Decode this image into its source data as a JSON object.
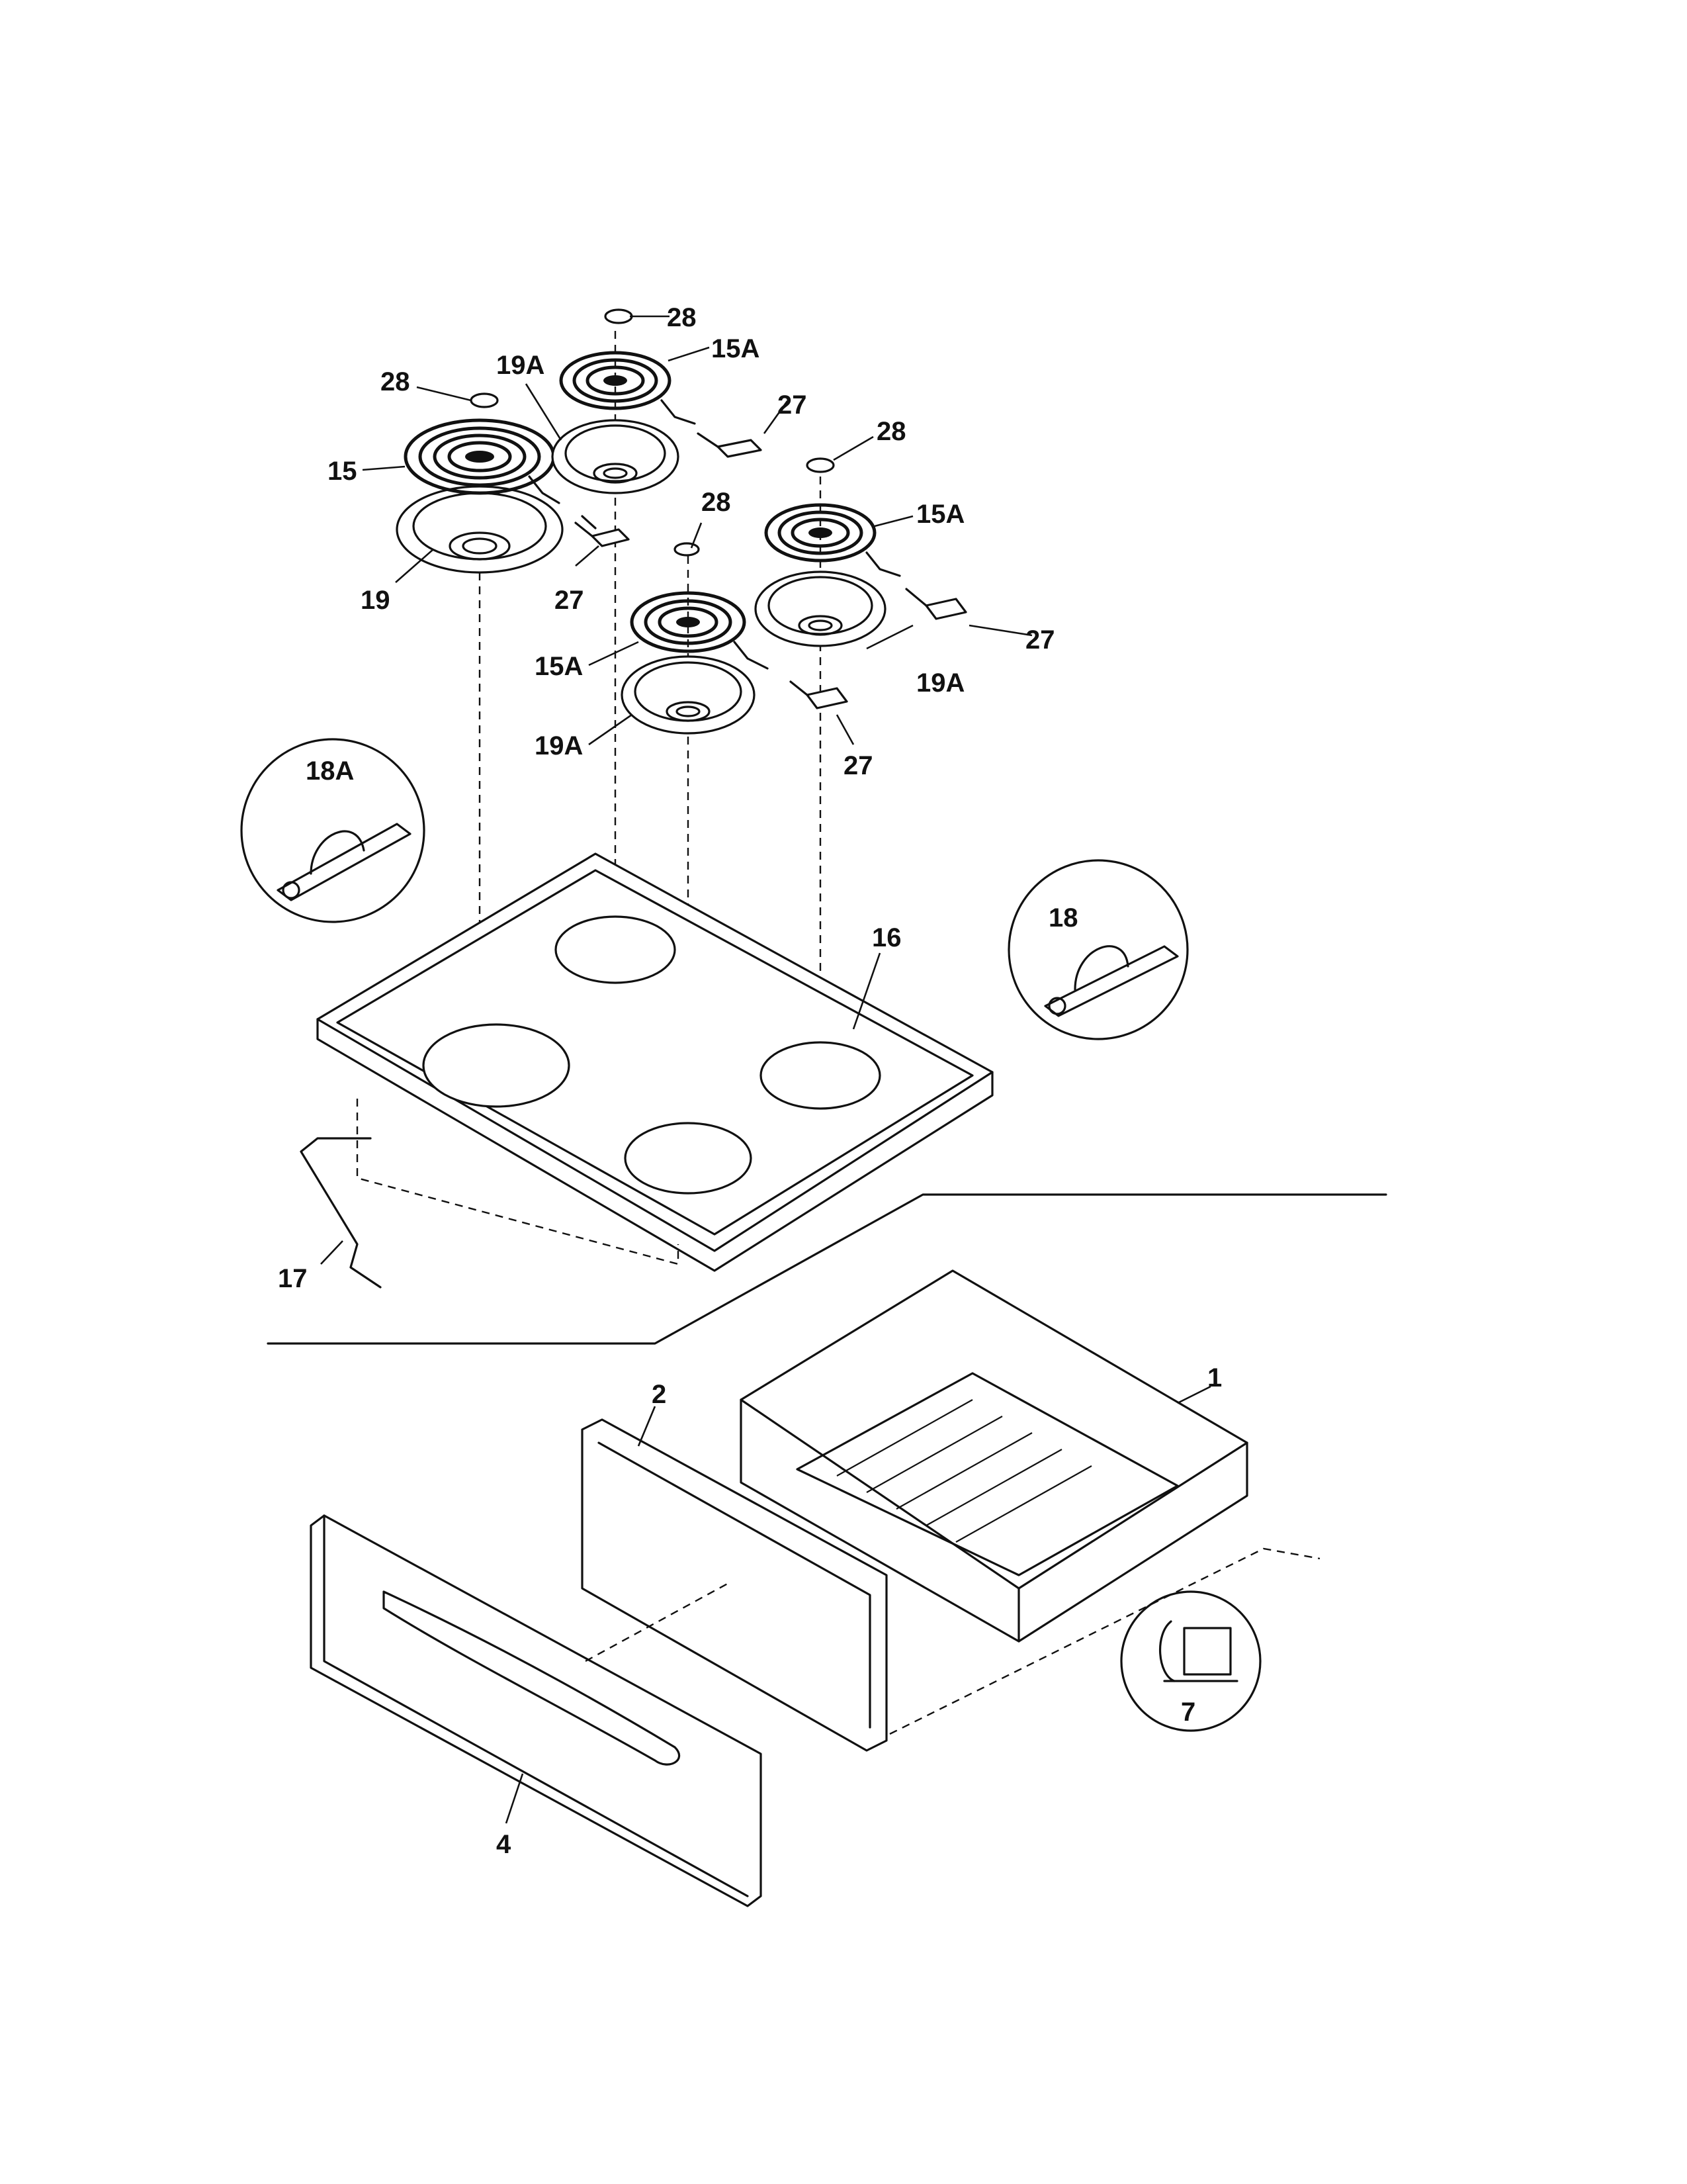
{
  "callouts": {
    "c1": "1",
    "c2": "2",
    "c4": "4",
    "c7": "7",
    "c15": "15",
    "c15a_back": "15A",
    "c15a_front": "15A",
    "c15a_right": "15A",
    "c16": "16",
    "c17": "17",
    "c18": "18",
    "c18a": "18A",
    "c19": "19",
    "c19a_back": "19A",
    "c19a_front": "19A",
    "c19a_right": "19A",
    "c27_back": "27",
    "c27_left": "27",
    "c27_right": "27",
    "c27_front": "27",
    "c28_back": "28",
    "c28_left": "28",
    "c28_right": "28",
    "c28_front": "28"
  }
}
